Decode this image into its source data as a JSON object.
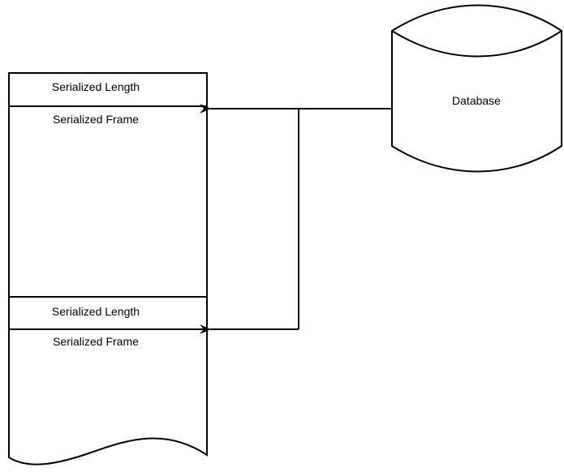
{
  "stream": {
    "records": [
      {
        "length_label": "Serialized Length",
        "frame_label": "Serialized Frame"
      },
      {
        "length_label": "Serialized Length",
        "frame_label": "Serialized Frame"
      }
    ]
  },
  "database": {
    "label": "Database"
  },
  "colors": {
    "stroke": "#000000",
    "fill": "#ffffff",
    "text": "#000000"
  }
}
